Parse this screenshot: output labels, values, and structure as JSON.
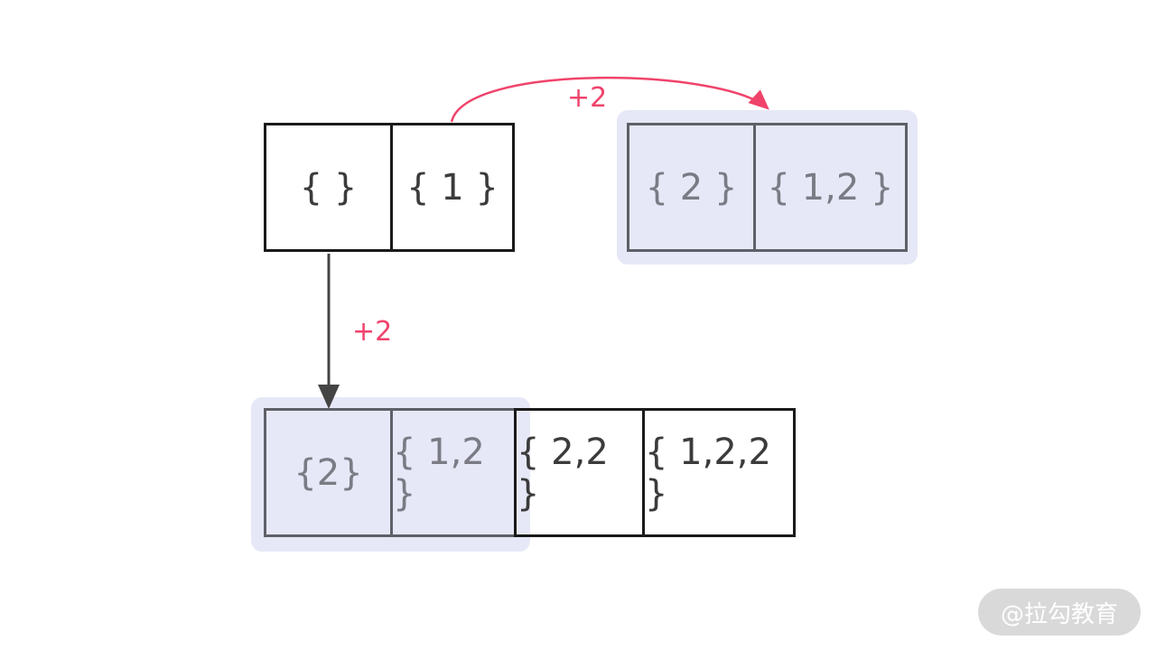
{
  "colors": {
    "highlight": "#e6e8f7",
    "accent": "#f0436b",
    "cell_border": "#1a1a1a",
    "faded_text": "#7a7b84",
    "text": "#3b3b3b",
    "arrow": "#444444"
  },
  "top_row": {
    "cells": [
      "{ }",
      "{ 1 }"
    ]
  },
  "top_right_result": {
    "cells": [
      "{ 2 }",
      "{ 1,2 }"
    ]
  },
  "bottom_row": {
    "cells": [
      "{2}",
      "{ 1,2 }",
      "{ 2,2 }",
      "{ 1,2,2 }"
    ]
  },
  "labels": {
    "curved_arrow": "+2",
    "down_arrow": "+2"
  },
  "watermark": "@拉勾教育"
}
